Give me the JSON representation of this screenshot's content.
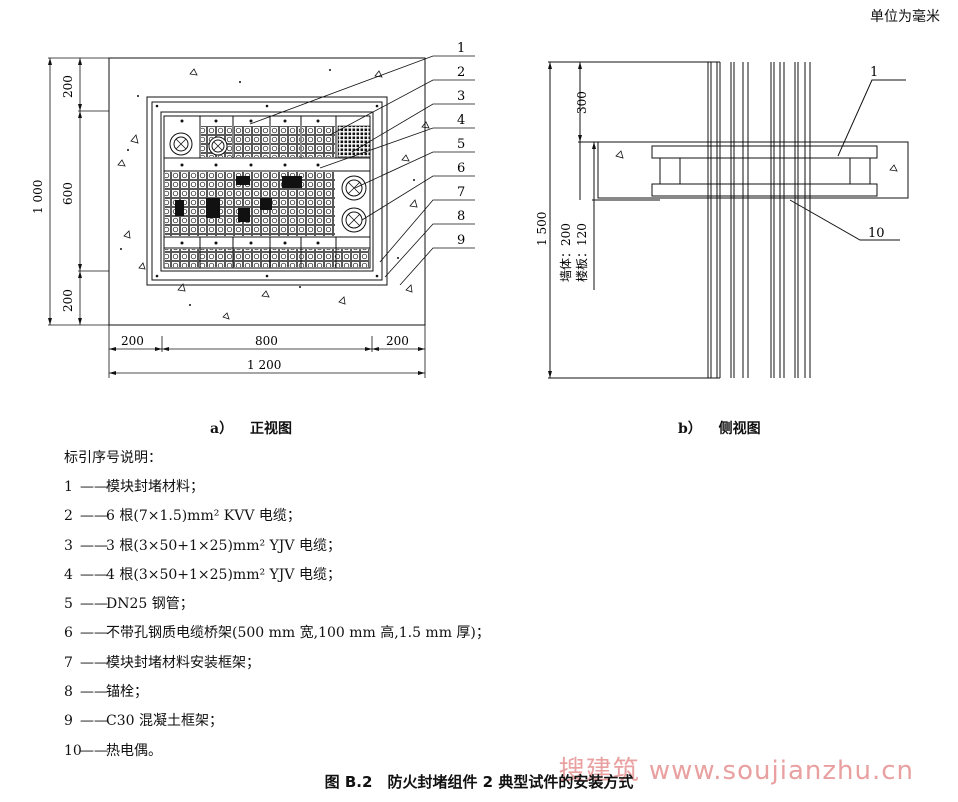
{
  "unit_note": "单位为毫米",
  "front_view": {
    "caption_letter": "a）",
    "caption_text": "正视图",
    "dim_left": [
      "200",
      "600",
      "200"
    ],
    "dim_total_height": "1 000",
    "dim_bottom": [
      "200",
      "800",
      "200"
    ],
    "dim_total_width": "1 200",
    "callouts": [
      "1",
      "2",
      "3",
      "4",
      "5",
      "6",
      "7",
      "8",
      "9"
    ]
  },
  "side_view": {
    "caption_letter": "b）",
    "caption_text": "侧视图",
    "dim_top": "300",
    "dim_total": "1 500",
    "dim_wall": "墙体：200",
    "dim_floor": "楼板：120",
    "callouts": [
      "1",
      "10"
    ]
  },
  "legend_title": "标引序号说明：",
  "legend_items": [
    {
      "num": "1",
      "text": "模块封堵材料；"
    },
    {
      "num": "2",
      "text": "6 根(7×1.5)mm² KVV 电缆；"
    },
    {
      "num": "3",
      "text": "3 根(3×50+1×25)mm² YJV 电缆；"
    },
    {
      "num": "4",
      "text": "4 根(3×50+1×25)mm² YJV 电缆；"
    },
    {
      "num": "5",
      "text": "DN25 钢管；"
    },
    {
      "num": "6",
      "text": "不带孔钢质电缆桥架(500 mm 宽,100 mm 高,1.5 mm 厚)；"
    },
    {
      "num": "7",
      "text": "模块封堵材料安装框架；"
    },
    {
      "num": "8",
      "text": "锚栓；"
    },
    {
      "num": "9",
      "text": "C30 混凝土框架；"
    },
    {
      "num": "10",
      "text": "热电偶。"
    }
  ],
  "figure_title": "图 B.2　防火封堵组件 2 典型试件的安装方式",
  "watermark": "搜建筑 www.soujianzhu.cn",
  "colors": {
    "line": "#111111",
    "watermark": "#e9a0a0"
  }
}
